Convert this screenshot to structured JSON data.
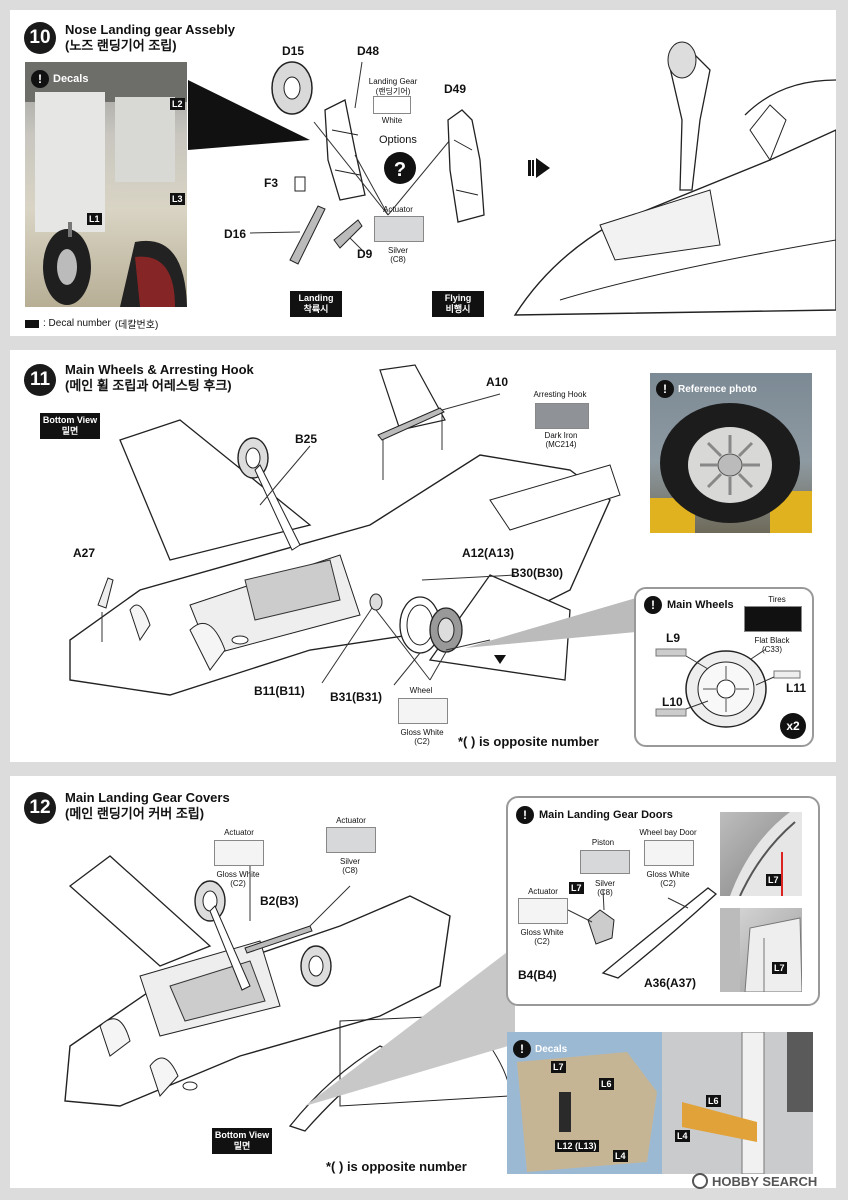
{
  "step10": {
    "number": "10",
    "title": "Nose Landing gear Assebly",
    "title_ko": "(노즈 랜딩기어 조립)",
    "decals_label": "Decals",
    "decal_refs": [
      "L2",
      "L3",
      "L1"
    ],
    "parts": [
      "D15",
      "D48",
      "D49",
      "F3",
      "D16",
      "D9"
    ],
    "landing_gear_label": "Landing Gear",
    "landing_gear_ko": "(랜딩기어)",
    "landing_gear_color": "White",
    "options_label": "Options",
    "actuator_label": "Actuator",
    "actuator_color": "Silver",
    "actuator_code": "(C8)",
    "landing_btn": "Landing",
    "landing_btn_ko": "착륙시",
    "flying_btn": "Flying",
    "flying_btn_ko": "비행시",
    "decal_note": ": Decal number",
    "decal_note_ko": "(데칼번호)"
  },
  "step11": {
    "number": "11",
    "title": "Main Wheels & Arresting Hook",
    "title_ko": "(메인 휠 조립과 어레스팅 후크)",
    "bottom_view": "Bottom View",
    "bottom_view_ko": "밑면",
    "parts": [
      "A10",
      "B25",
      "A27",
      "A12(A13)",
      "B30(B30)",
      "B11(B11)",
      "B31(B31)"
    ],
    "hook_label": "Arresting Hook",
    "hook_color": "Dark Iron",
    "hook_code": "(MC214)",
    "reference_photo": "Reference photo",
    "wheel_label": "Wheel",
    "wheel_color": "Gloss White",
    "wheel_code": "(C2)",
    "opposite_note": "*(  ) is opposite number",
    "main_wheels_label": "Main Wheels",
    "tires_label": "Tires",
    "tires_color": "Flat Black",
    "tires_code": "(C33)",
    "decals": [
      "L9",
      "L10",
      "L11"
    ],
    "multiplier": "x2"
  },
  "step12": {
    "number": "12",
    "title": "Main Landing Gear Covers",
    "title_ko": "(메인 랜딩기어 커버 조립)",
    "actuator1_label": "Actuator",
    "actuator1_color": "Gloss White",
    "actuator1_code": "(C2)",
    "actuator2_label": "Actuator",
    "actuator2_color": "Silver",
    "actuator2_code": "(C8)",
    "part_b2": "B2(B3)",
    "bottom_view": "Bottom View",
    "bottom_view_ko": "밑면",
    "opposite_note": "*(  ) is opposite number",
    "doors_title": "Main Landing Gear Doors",
    "piston_label": "Piston",
    "piston_color": "Silver",
    "piston_code": "(C8)",
    "wheelbay_label": "Wheel bay Door",
    "wheelbay_color": "Gloss White",
    "wheelbay_code": "(C2)",
    "door_actuator_label": "Actuator",
    "door_actuator_color": "Gloss White",
    "door_actuator_code": "(C2)",
    "door_parts": [
      "B4(B4)",
      "A36(A37)"
    ],
    "door_decal": "L7",
    "photo_decals": [
      "L7",
      "L7"
    ],
    "decals_label": "Decals",
    "bottom_decals": [
      "L7",
      "L6",
      "L12 (L13)",
      "L4",
      "L6",
      "L4"
    ]
  },
  "watermark": "HOBBY SEARCH",
  "colors": {
    "white": "#ffffff",
    "silver": "#d6d8da",
    "dark_iron": "#8f9296",
    "flat_black": "#111111",
    "gloss_white": "#f4f4f4"
  }
}
